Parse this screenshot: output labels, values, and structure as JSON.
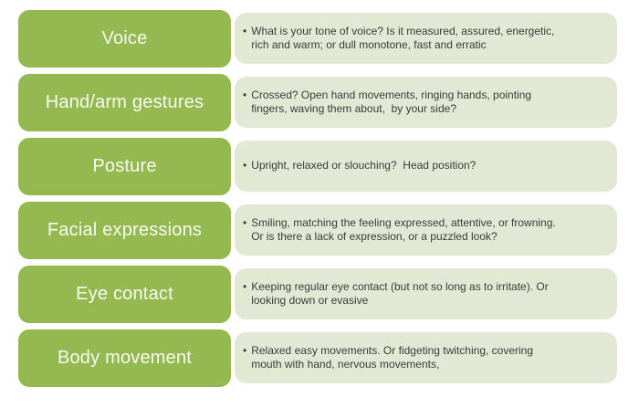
{
  "colors": {
    "label_bg": "#94B951",
    "label_text": "#F7FAF0",
    "panel_bg": "#E1E9D4",
    "panel_text": "#3B3B3B",
    "background": "#FFFFFF"
  },
  "bullet_glyph": "•",
  "rows": [
    {
      "label": "Voice",
      "text": "What is your tone of voice? Is it measured, assured, energetic,\nrich and warm; or dull monotone, fast and erratic"
    },
    {
      "label": "Hand/arm gestures",
      "text": "Crossed? Open hand movements, ringing hands, pointing\nfingers, waving them about,  by your side?"
    },
    {
      "label": "Posture",
      "text": "Upright, relaxed or slouching?  Head position?"
    },
    {
      "label": "Facial expressions",
      "text": "Smiling, matching the feeling expressed, attentive, or frowning.\nOr is there a lack of expression, or a puzzled look?"
    },
    {
      "label": "Eye contact",
      "text": "Keeping regular eye contact (but not so long as to irritate). Or\nlooking down or evasive"
    },
    {
      "label": "Body movement",
      "text": "Relaxed easy movements. Or fidgeting twitching, covering\nmouth with hand, nervous movements,"
    }
  ]
}
